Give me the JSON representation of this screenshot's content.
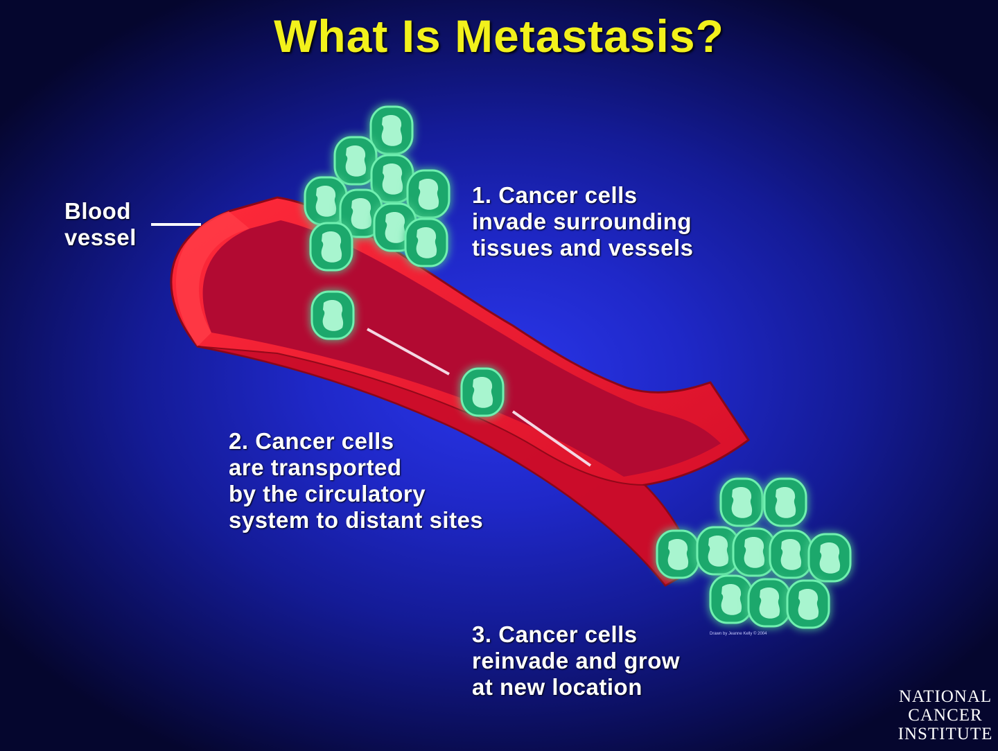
{
  "title": "What Is Metastasis?",
  "labels": {
    "blood_vessel": [
      "Blood",
      "vessel"
    ],
    "step1": [
      "1. Cancer cells",
      "invade surrounding",
      "tissues and vessels"
    ],
    "step2": [
      "2. Cancer cells",
      "are transported",
      "by the circulatory",
      "system to distant sites"
    ],
    "step3": [
      "3. Cancer cells",
      "reinvade and grow",
      "at new location"
    ]
  },
  "credit": "Drawn by Jeanne Kelly © 2004",
  "logo": [
    "NATIONAL",
    "CANCER",
    "INSTITUTE"
  ],
  "colors": {
    "title": "#f2f11c",
    "vessel_wall": "#e8122a",
    "vessel_lumen": "#b20a32",
    "cell_fill": "#1fa86c",
    "cell_nucleus": "#a8f5cf",
    "background": "#1f28c8"
  }
}
